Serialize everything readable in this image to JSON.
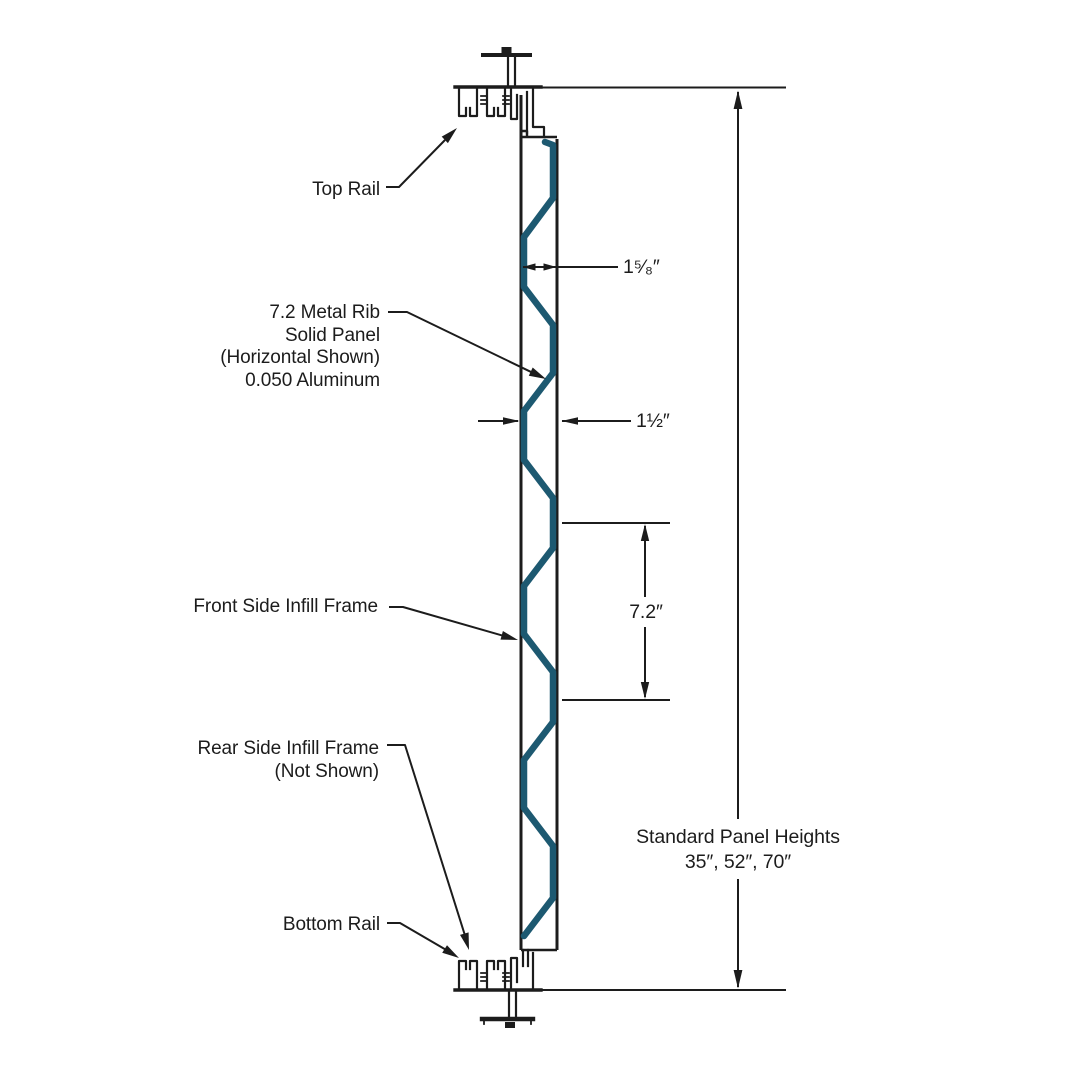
{
  "diagram": {
    "colors": {
      "line": "#1c1c1c",
      "rib": "#1d5971",
      "background": "#ffffff"
    },
    "labels": {
      "top_rail": "Top Rail",
      "panel": [
        "7.2 Metal Rib",
        "Solid Panel",
        "(Horizontal Shown)",
        "0.050 Aluminum"
      ],
      "front_infill": "Front Side Infill Frame",
      "rear_infill": [
        "Rear Side Infill Frame",
        "(Not Shown)"
      ],
      "bottom_rail": "Bottom Rail"
    },
    "dimensions": {
      "rib_width": "1⁵⁄₈″",
      "panel_depth": "1½″",
      "rib_spacing": "7.2″",
      "panel_heights": [
        "Standard Panel Heights",
        "35″, 52″, 70″"
      ]
    }
  }
}
